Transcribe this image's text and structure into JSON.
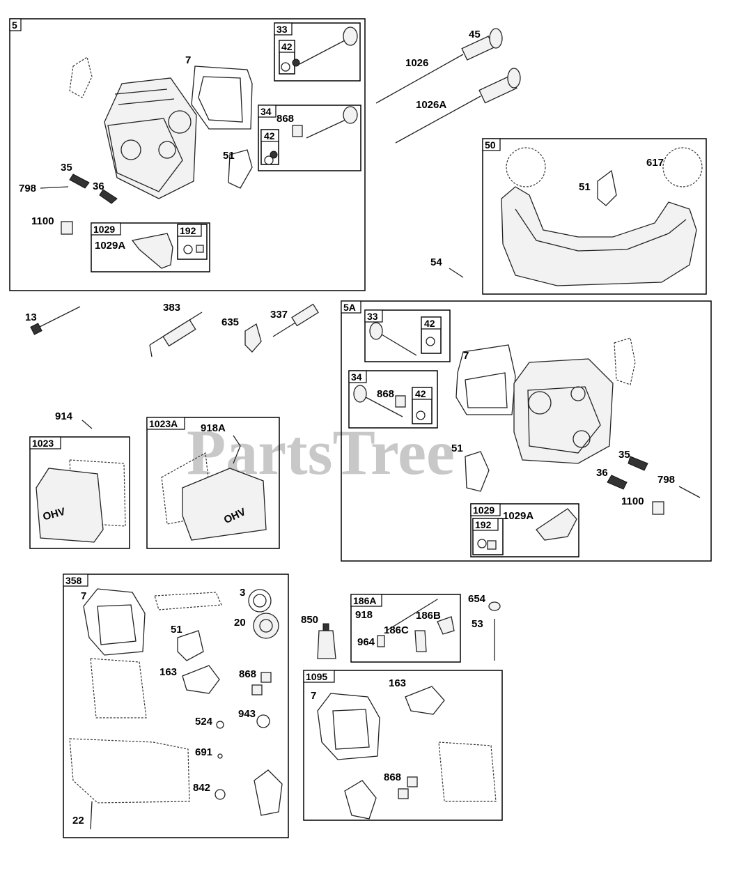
{
  "watermark": "PartsTree",
  "groups": {
    "g5": "5",
    "g33": "33",
    "g42a": "42",
    "g34": "34",
    "g42b": "42",
    "g1029": "1029",
    "g192": "192",
    "g50": "50",
    "g5a": "5A",
    "g33b": "33",
    "g42c": "42",
    "g34b": "34",
    "g42d": "42",
    "g1029b": "1029",
    "g192b": "192",
    "g1023": "1023",
    "g1023a": "1023A",
    "g358": "358",
    "g186a": "186A",
    "g1095": "1095"
  },
  "callouts": {
    "c7a": "7",
    "c868a": "868",
    "c51a": "51",
    "c35a": "35",
    "c798a": "798",
    "c36a": "36",
    "c1100a": "1100",
    "c1029aa": "1029A",
    "c45": "45",
    "c1026": "1026",
    "c1026a": "1026A",
    "c617": "617",
    "c51b": "51",
    "c54": "54",
    "c13": "13",
    "c383": "383",
    "c635": "635",
    "c337": "337",
    "c7b": "7",
    "c868b": "868",
    "c51c": "51",
    "c35b": "35",
    "c36b": "36",
    "c798b": "798",
    "c1100b": "1100",
    "c1029ab": "1029A",
    "c914": "914",
    "c918a": "918A",
    "c7c": "7",
    "c3": "3",
    "c20": "20",
    "c51d": "51",
    "c163a": "163",
    "c868c": "868",
    "c524": "524",
    "c943": "943",
    "c691": "691",
    "c842": "842",
    "c22": "22",
    "c850": "850",
    "c918": "918",
    "c186b": "186B",
    "c186c": "186C",
    "c964": "964",
    "c654": "654",
    "c53": "53",
    "c7d": "7",
    "c163b": "163",
    "c868d": "868"
  },
  "cover_text": {
    "ohv1": "OHV",
    "ohv2": "OHV"
  }
}
